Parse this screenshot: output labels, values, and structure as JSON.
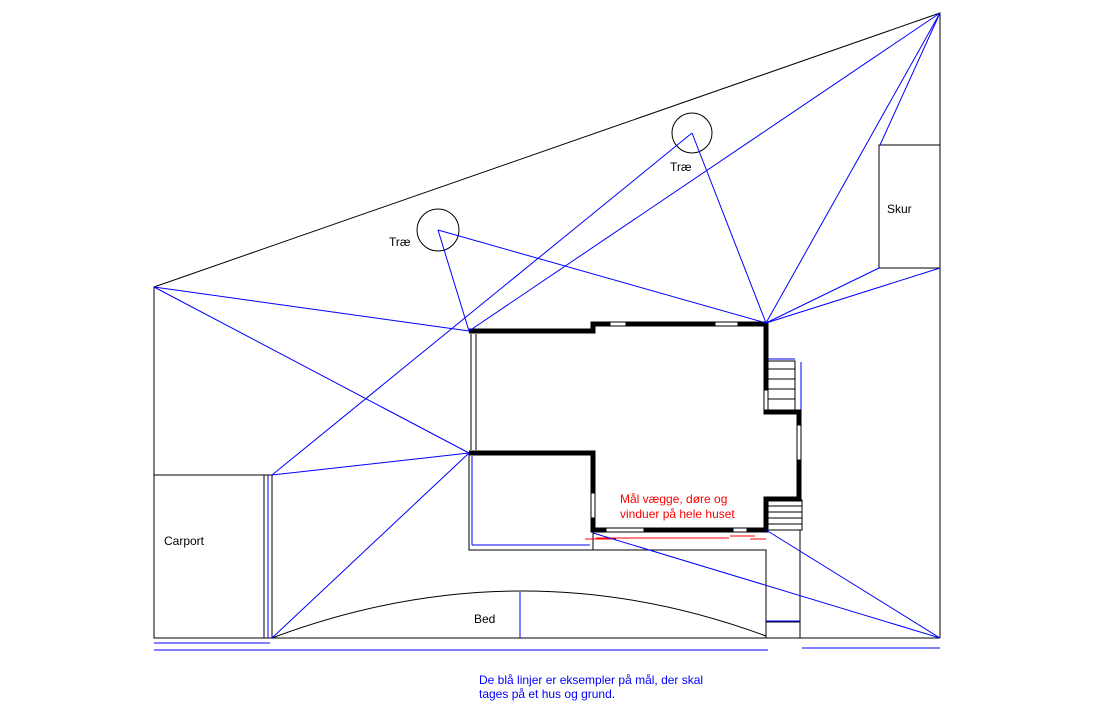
{
  "labels": {
    "tree_1": "Træ",
    "tree_2": "Træ",
    "shed": "Skur",
    "carport": "Carport",
    "bed": "Bed",
    "house_note_line1": "Mål vægge, døre og",
    "house_note_line2": "vinduer på hele huset",
    "footer_note_line1": "De blå linjer er eksempler på mål, der skal",
    "footer_note_line2": "tages på et hus og grund."
  },
  "colors": {
    "outline": "#000000",
    "measure_lines": "#0000ff",
    "house_note": "#ff0000"
  }
}
